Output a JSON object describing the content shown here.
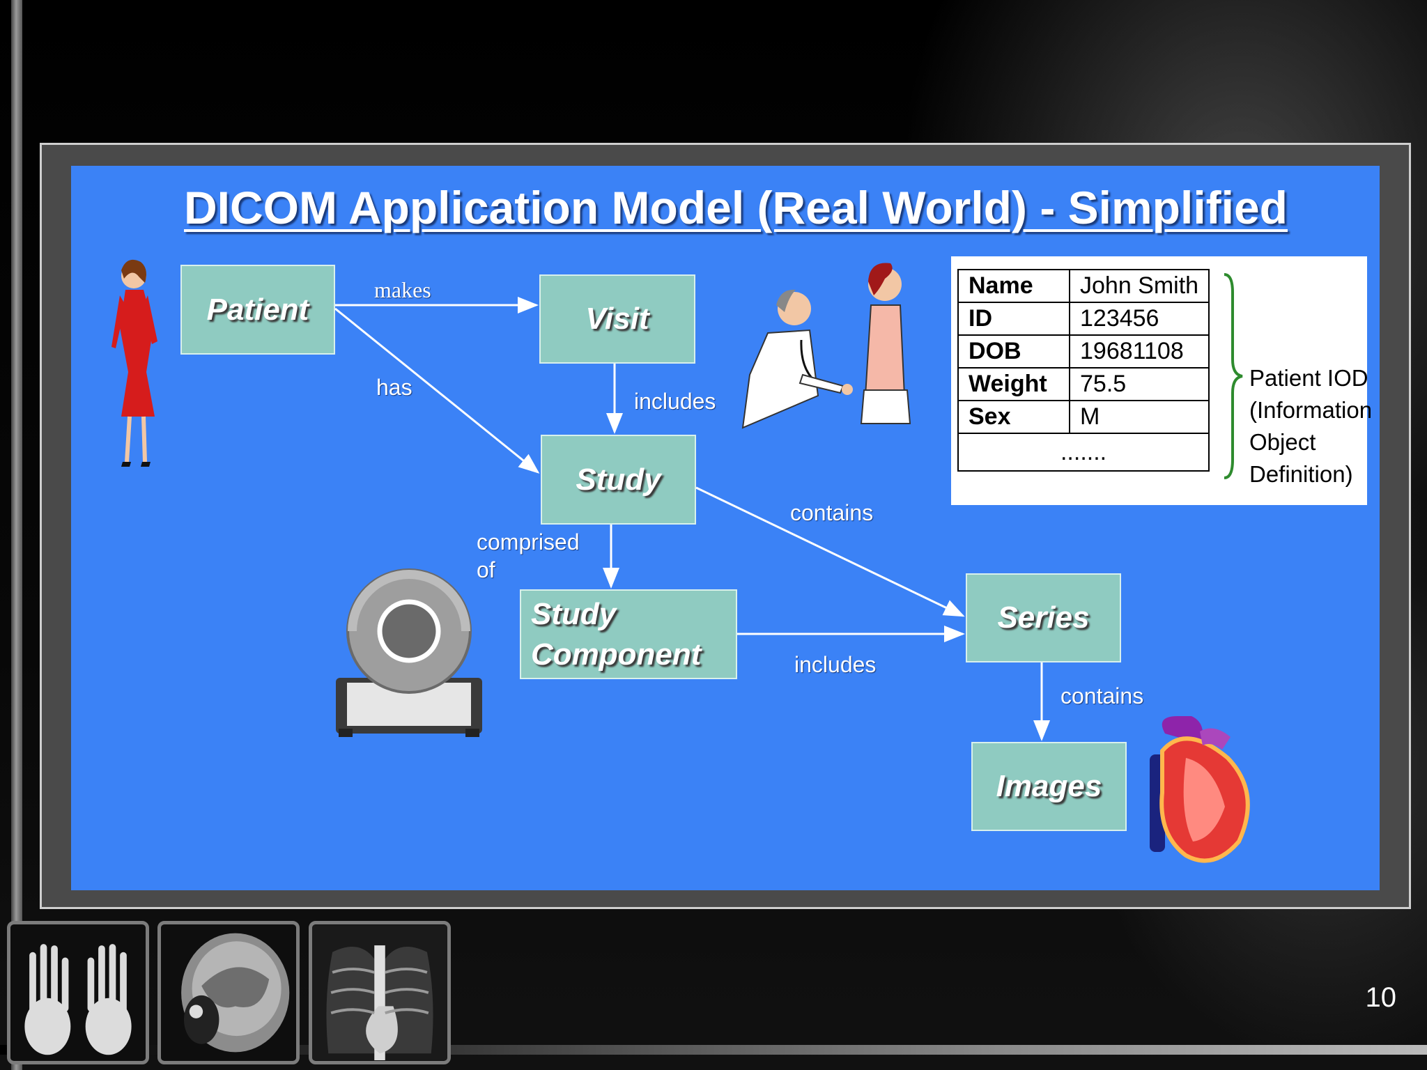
{
  "slide_title": "DICOM Application Model (Real World) - Simplified",
  "nodes": {
    "patient": "Patient",
    "visit": "Visit",
    "study": "Study",
    "study_component_line1": "Study",
    "study_component_line2": "Component",
    "series": "Series",
    "images": "Images"
  },
  "edges": {
    "makes": "makes",
    "has": "has",
    "includes_visit_study": "includes",
    "contains_study_series": "contains",
    "comprised_line1": "comprised",
    "comprised_line2": "of",
    "includes_component_series": "includes",
    "contains_series_images": "contains"
  },
  "iod_table": [
    {
      "key": "Name",
      "value": "John Smith"
    },
    {
      "key": "ID",
      "value": "123456"
    },
    {
      "key": "DOB",
      "value": "19681108"
    },
    {
      "key": "Weight",
      "value": "75.5"
    },
    {
      "key": "Sex",
      "value": "M"
    }
  ],
  "iod_ellipsis": ".......",
  "iod_label": [
    "Patient IOD",
    "(Information",
    "Object",
    "Definition)"
  ],
  "thumbnails": [
    "hand-xray",
    "head-mri",
    "chest-xray"
  ],
  "slide_number": "10",
  "colors": {
    "slide_background": "#3b82f6",
    "node_fill": "#8fcbc1",
    "brace": "#2e8b2e"
  }
}
